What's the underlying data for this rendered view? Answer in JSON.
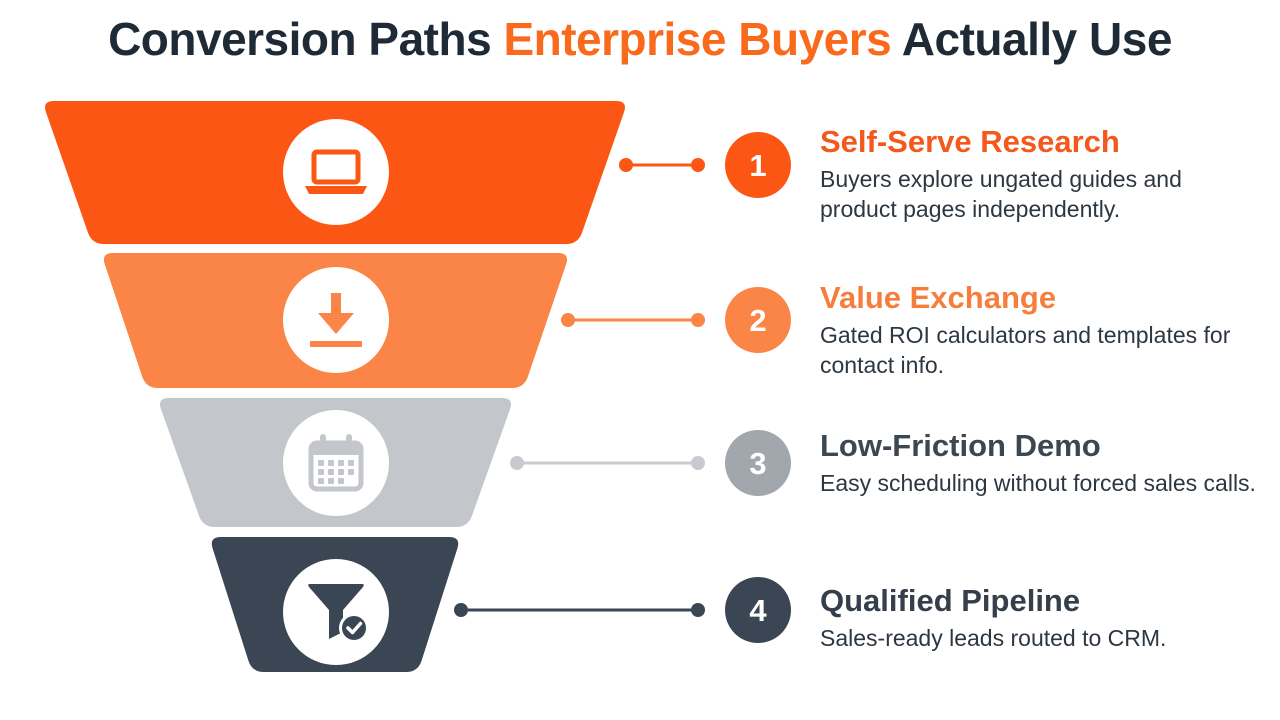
{
  "title": {
    "part1": "Conversion Paths",
    "accent": "Enterprise Buyers",
    "part2": "Actually Use"
  },
  "colors": {
    "dark_text": "#1f2a37",
    "accent": "#fa6a1d"
  },
  "stages": [
    {
      "number": "1",
      "title": "Self-Serve Research",
      "description": "Buyers explore ungated guides and product pages independently.",
      "icon": "laptop-icon",
      "color": "#fb5614",
      "title_color": "#f4581a"
    },
    {
      "number": "2",
      "title": "Value Exchange",
      "description": "Gated ROI calculators and templates for contact info.",
      "icon": "download-icon",
      "color": "#fb8547",
      "title_color": "#f77d3d"
    },
    {
      "number": "3",
      "title": "Low-Friction Demo",
      "description": "Easy scheduling without forced sales calls.",
      "icon": "calendar-icon",
      "color": "#c3c6cb",
      "title_color": "#3d4752",
      "line_color": "#c7cacf",
      "badge_color": "#a2a6ad"
    },
    {
      "number": "4",
      "title": "Qualified Pipeline",
      "description": "Sales-ready leads routed to CRM.",
      "icon": "funnel-check-icon",
      "color": "#3b4654",
      "title_color": "#353f4b"
    }
  ]
}
